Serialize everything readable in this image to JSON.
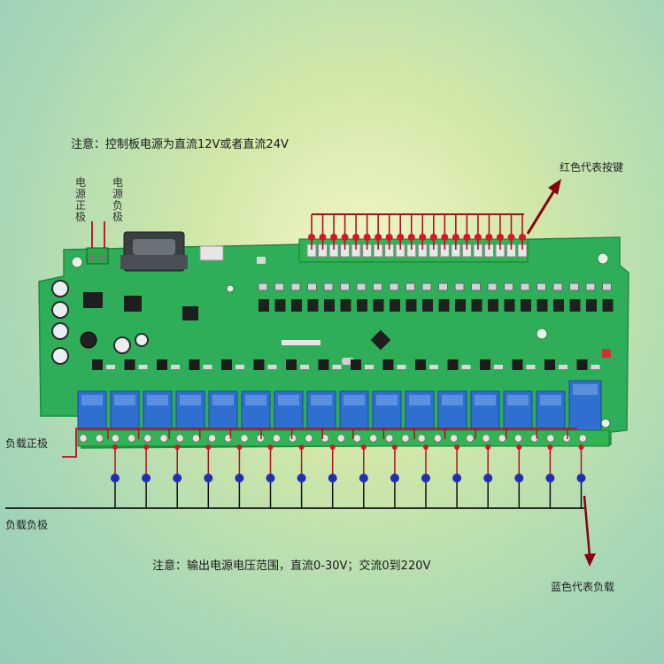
{
  "notes": {
    "top": "注意：控制板电源为直流12V或者直流24V",
    "bottom": "注意：输出电源电压范围，直流0-30V；交流0到220V"
  },
  "labels": {
    "power_positive": "电源正极",
    "power_negative": "电源负极",
    "red_keys": "红色代表按键",
    "load_positive": "负载正极",
    "load_negative": "负载负极",
    "blue_loads": "蓝色代表负载"
  },
  "board": {
    "relay_count": 16,
    "input_count": 20
  },
  "colors": {
    "board_green": "#2fae5a",
    "relay_blue": "#2f6fd0",
    "key_red": "#d8142a",
    "load_blue": "#1f2fb5",
    "wire_red": "#b01020",
    "wire_black": "#111111",
    "terminal_green": "#28b24a"
  }
}
